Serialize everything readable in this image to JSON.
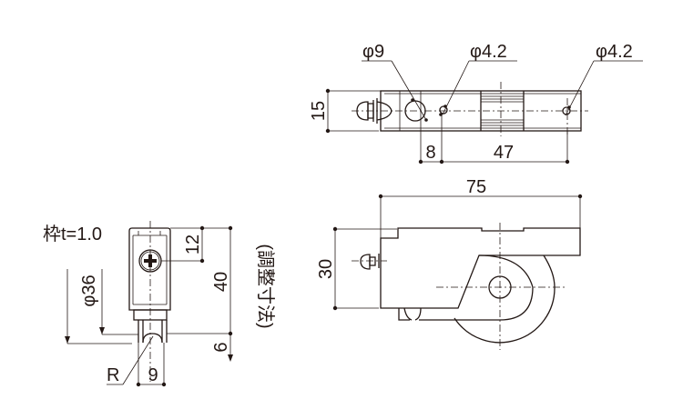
{
  "top_view": {
    "hole_large_label": "φ9",
    "hole_small_label": "φ4.2",
    "hole_right_label": "φ4.2",
    "height_dim": "15",
    "offset_dim": "8",
    "pitch_dim": "47"
  },
  "side_view": {
    "length_dim": "75",
    "height_dim": "30"
  },
  "front_view": {
    "frame_note": "枠t=1.0",
    "wheel_diameter_dim": "φ36",
    "screw_dim": "12",
    "height_dim": "40",
    "adjust_dim": "6",
    "adjust_note": "(調整寸法)",
    "radius_label": "R",
    "width_dim": "9"
  },
  "colors": {
    "line": "#231815",
    "background": "#ffffff"
  }
}
